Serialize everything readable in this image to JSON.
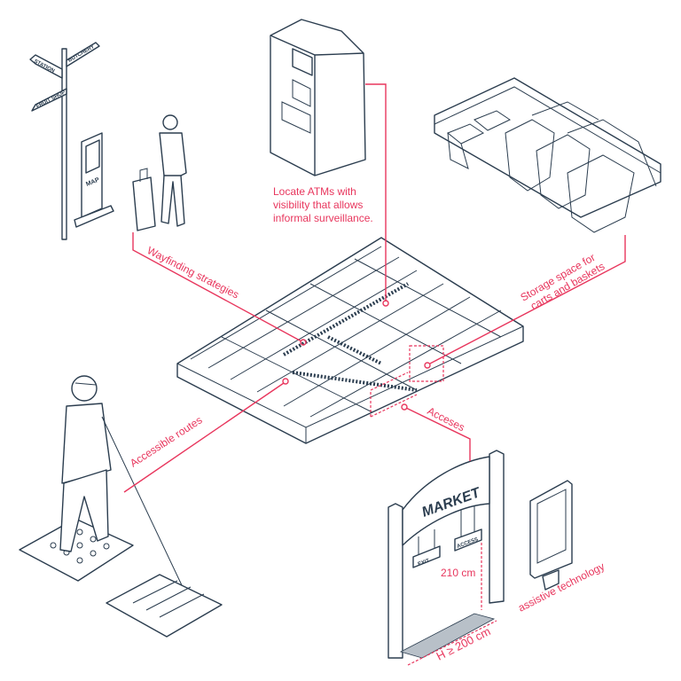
{
  "colors": {
    "ink": "#2b3d4f",
    "accent": "#e8365d"
  },
  "signpost": {
    "signs": [
      "STATION",
      "BUTCHERY",
      "FRUIT SHOP"
    ]
  },
  "map_kiosk": {
    "label": "MAP"
  },
  "annotations": {
    "atm": [
      "Locate ATMs  with",
      "visibility that allows",
      "informal surveillance."
    ],
    "wayfinding": "Wayfinding strategies",
    "storage": [
      "Storage space for",
      "carts and baskets"
    ],
    "accessible_routes": "Accessible routes",
    "accesses": "Acceses",
    "height": "210 cm",
    "width": "H ≥ 200 cm",
    "assistive": "assistive technology"
  },
  "gate": {
    "title": "MARKET",
    "exit": "EXIT",
    "access": "ACCESS"
  }
}
